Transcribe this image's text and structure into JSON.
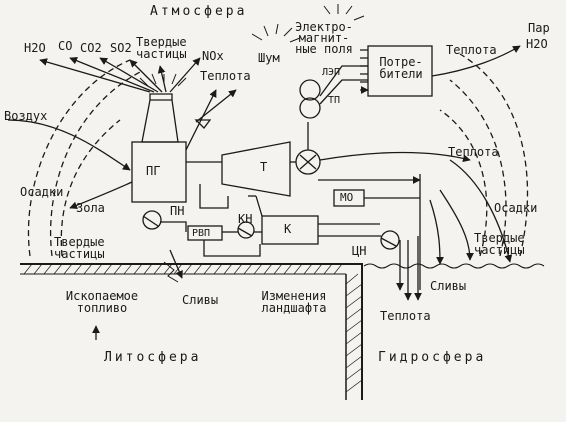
{
  "spheres": {
    "atmosphere": "Атмосфера",
    "lithosphere": "Литосфера",
    "hydrosphere": "Гидросфера"
  },
  "emissions": {
    "h2o": "H2O",
    "co": "CO",
    "co2": "CO2",
    "so2": "SO2",
    "solid_particles": "Твердые частицы",
    "nox": "NOx",
    "heat": "Теплота"
  },
  "left_labels": {
    "air": "Воздух",
    "precipitation": "Осадки",
    "ash": "Зола",
    "solid_particles": "Твердые частицы",
    "fossil_fuel": "Ископаемое топливо",
    "drains": "Сливы",
    "landscape_change": "Изменения ландшафта"
  },
  "right_labels": {
    "em_field": "Электро-магнит-ные поля",
    "noise": "Шум",
    "lep": "ЛЭП",
    "tp": "ТП",
    "consumers": "Потре-бители",
    "heat_top": "Теплота",
    "steam": "Пар",
    "h2o": "H2O",
    "heat_mid": "Теплота",
    "precipitation": "Осадки",
    "solid_particles": "Твердые частицы",
    "drains": "Сливы",
    "heat_bottom": "Теплота"
  },
  "equipment": {
    "pg": "ПГ",
    "pn": "ПН",
    "rvp": "РВП",
    "kn": "КН",
    "t": "Т",
    "k": "К",
    "mo": "МО",
    "cn": "ЦН"
  },
  "colors": {
    "ink": "#1a1a1a",
    "paper": "#f4f3ef"
  }
}
